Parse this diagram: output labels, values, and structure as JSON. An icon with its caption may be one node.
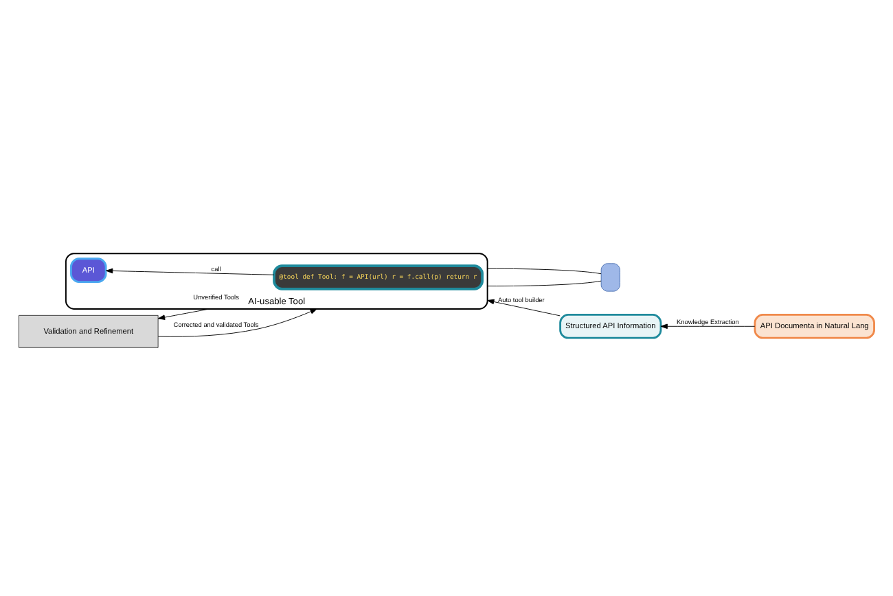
{
  "diagram": {
    "nodes": [
      {
        "text": [],
        "shape": "box"
      },
      {
        "text": [
          "AI-usable Tool"
        ]
      },
      {
        "text": [
          "@tool def Tool: f = API(url) r = f.call(p) return r"
        ],
        "in": 1
      },
      {
        "text": [
          "API"
        ],
        "in": 1
      },
      {
        "text": [
          "Structured API Information"
        ]
      },
      {
        "text": [
          "API Documenta in Natural Lang"
        ]
      },
      {
        "text": [
          "Validation and Refinement"
        ]
      }
    ],
    "edges": [
      {
        "from": 0,
        "to": 1,
        "arrow": "none"
      },
      {
        "from": 0,
        "to": 1,
        "arrow": "none"
      },
      {
        "from": 2,
        "to": 3,
        "arrow": "to",
        "label": "call"
      },
      {
        "from": 4,
        "to": 1,
        "arrow": "to",
        "label": "Auto tool builder"
      },
      {
        "from": 5,
        "to": 4,
        "arrow": "to",
        "label": "Knowledge Extraction"
      },
      {
        "from": 1,
        "to": 6,
        "arrow": "to",
        "label": "Unverified Tools"
      },
      {
        "from": 6,
        "to": 1,
        "arrow": "to",
        "label": "Corrected and validated Tools"
      }
    ]
  }
}
